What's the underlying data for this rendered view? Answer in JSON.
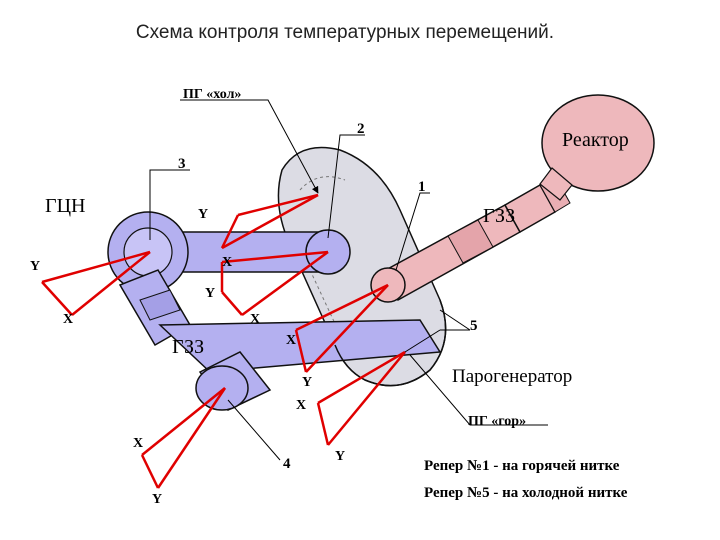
{
  "title": "Схема контроля температурных перемещений.",
  "labels": {
    "pg_hol": "ПГ «хол»",
    "pg_gor": "ПГ «гор»",
    "reactor": "Реактор",
    "gcn": "ГЦН",
    "gzz_top": "ГЗЗ",
    "gzz_left": "ГЗЗ",
    "steam_generator": "Парогенератор",
    "n1": "1",
    "n2": "2",
    "n3": "3",
    "n4": "4",
    "n5": "5"
  },
  "axes": [
    {
      "x": "X",
      "y": "Y"
    },
    {
      "x": "X",
      "y": "Y"
    },
    {
      "x": "X",
      "y": "Y"
    },
    {
      "x": "X",
      "y": "Y"
    },
    {
      "x": "X",
      "y": "Y"
    }
  ],
  "legend": [
    "Репер №1 - на горячей нитке",
    "Репер №5 - на холодной нитке"
  ],
  "colors": {
    "pipe_violet": "#b4b0f0",
    "reactor_pink": "#eeb8bc",
    "steam_gen_gray": "#dcdce4",
    "arrow_red": "#e00000",
    "title_gray": "#222222"
  }
}
